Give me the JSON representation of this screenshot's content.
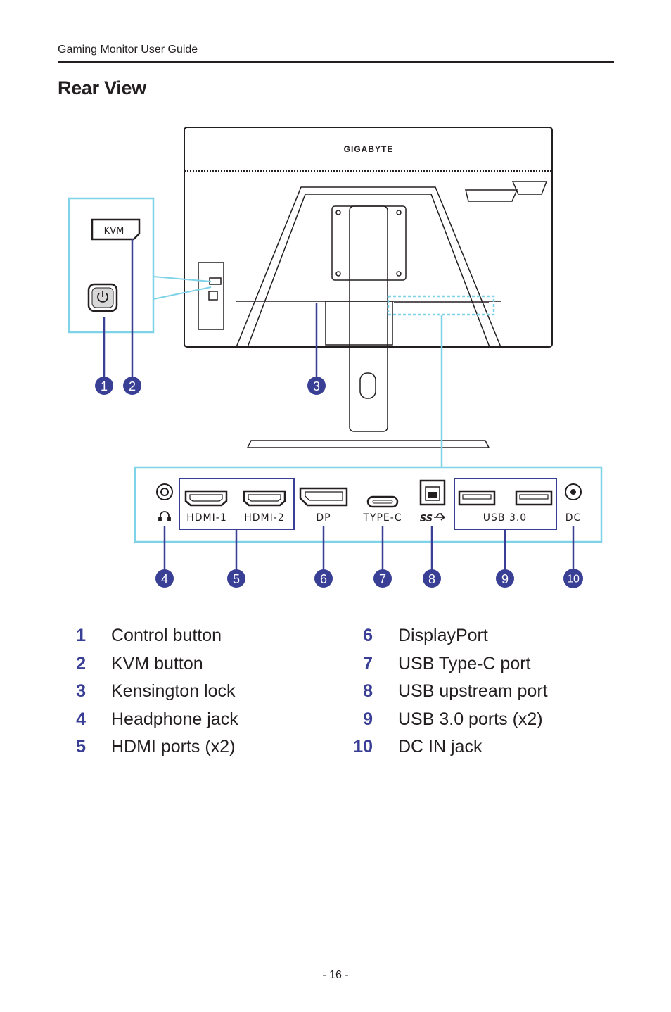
{
  "header": {
    "title": "Gaming Monitor User Guide"
  },
  "section": {
    "title": "Rear View"
  },
  "figure": {
    "brand": "GIGABYTE",
    "kvm_key": "KVM",
    "callouts": [
      "1",
      "2",
      "3",
      "4",
      "5",
      "6",
      "7",
      "8",
      "9",
      "10"
    ],
    "ports": {
      "hdmi1": "HDMI-1",
      "hdmi2": "HDMI-2",
      "dp": "DP",
      "typec": "TYPE-C",
      "usb3": "USB 3.0",
      "dc": "DC"
    },
    "colors": {
      "callout": "#3a3f96",
      "highlight": "#7fd3e8",
      "line": "#231f20"
    }
  },
  "legend": {
    "left": [
      {
        "num": "1",
        "label": "Control button"
      },
      {
        "num": "2",
        "label": "KVM button"
      },
      {
        "num": "3",
        "label": "Kensington lock"
      },
      {
        "num": "4",
        "label": "Headphone jack"
      },
      {
        "num": "5",
        "label": "HDMI ports (x2)"
      }
    ],
    "right": [
      {
        "num": "6",
        "label": "DisplayPort"
      },
      {
        "num": "7",
        "label": "USB Type-C port"
      },
      {
        "num": "8",
        "label": "USB upstream port"
      },
      {
        "num": "9",
        "label": "USB 3.0 ports (x2)"
      },
      {
        "num": "10",
        "label": "DC IN jack"
      }
    ]
  },
  "footer": {
    "page": "- 16 -"
  }
}
